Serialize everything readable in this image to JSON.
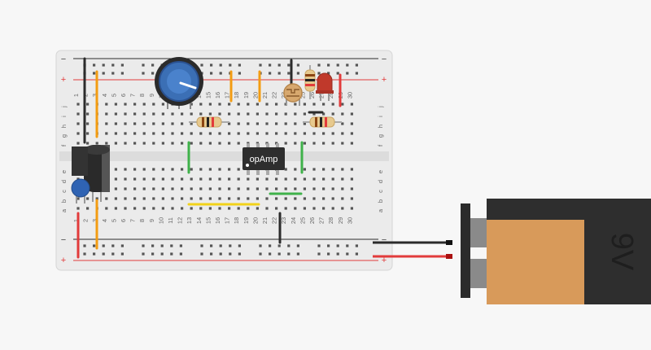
{
  "breadboard": {
    "top_rail_signs": [
      "−",
      "+"
    ],
    "bottom_rail_signs": [
      "−",
      "+"
    ],
    "row_letters_top": [
      "j",
      "i",
      "h",
      "g",
      "f"
    ],
    "row_letters_bottom": [
      "e",
      "d",
      "c",
      "b",
      "a"
    ],
    "column_numbers": [
      "1",
      "2",
      "3",
      "4",
      "5",
      "6",
      "7",
      "8",
      "9",
      "10",
      "11",
      "12",
      "13",
      "14",
      "15",
      "16",
      "17",
      "18",
      "19",
      "20",
      "21",
      "22",
      "23",
      "24",
      "25",
      "26",
      "27",
      "28",
      "29",
      "30"
    ]
  },
  "components": {
    "chip_label": "opAmp",
    "battery_label": "9V"
  },
  "colors": {
    "board": "#ebebeb",
    "rail_red": "#e23b3b",
    "wire_black": "#2b2b2b",
    "wire_orange": "#f39c12",
    "wire_green": "#3fb24a",
    "wire_yellow": "#f2d21a",
    "battery_orange": "#d89a5a",
    "battery_dark": "#2e2e2e",
    "potentiometer_blue": "#3b6fb5",
    "led_red": "#c0392b",
    "capacitor_blue": "#2f63b3"
  }
}
